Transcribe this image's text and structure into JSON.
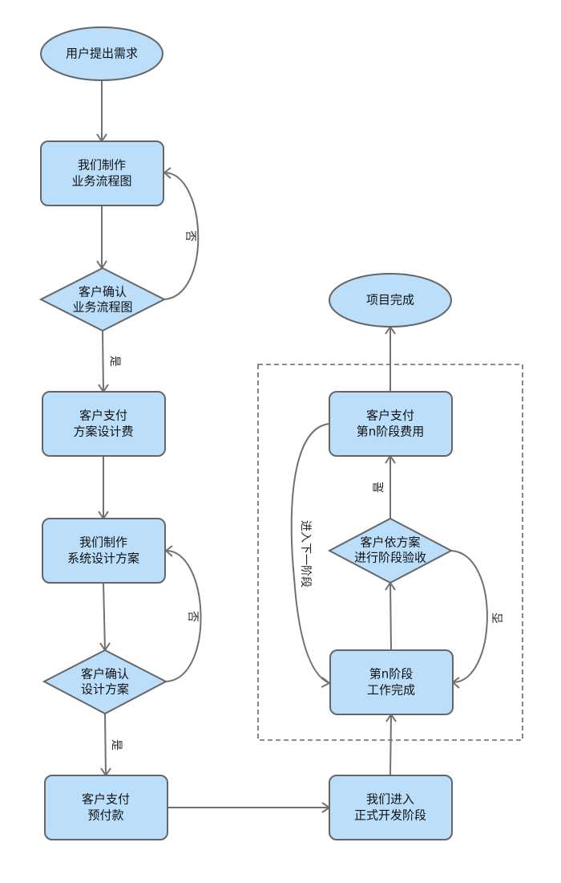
{
  "colors": {
    "node_fill": "#bbdefb",
    "node_stroke": "#666666",
    "edge": "#707070"
  },
  "nodes": {
    "user_request": {
      "lines": [
        "用户提出需求"
      ]
    },
    "make_flow": {
      "lines": [
        "我们制作",
        "业务流程图"
      ]
    },
    "confirm_flow": {
      "lines": [
        "客户确认",
        "业务流程图"
      ]
    },
    "pay_design_fee": {
      "lines": [
        "客户支付",
        "方案设计费"
      ]
    },
    "make_design": {
      "lines": [
        "我们制作",
        "系统设计方案"
      ]
    },
    "confirm_design": {
      "lines": [
        "客户确认",
        "设计方案"
      ]
    },
    "pay_advance": {
      "lines": [
        "客户支付",
        "预付款"
      ]
    },
    "enter_dev": {
      "lines": [
        "我们进入",
        "正式开发阶段"
      ]
    },
    "stage_done": {
      "lines": [
        "第n阶段",
        "工作完成"
      ]
    },
    "stage_accept": {
      "lines": [
        "客户依方案",
        "进行阶段验收"
      ]
    },
    "pay_stage": {
      "lines": [
        "客户支付",
        "第n阶段费用"
      ]
    },
    "project_done": {
      "lines": [
        "项目完成"
      ]
    }
  },
  "edge_labels": {
    "flow_no": "否",
    "flow_yes": "是",
    "design_no": "否",
    "design_yes": "是",
    "accept_yes": "是",
    "accept_no": "否",
    "next_stage": "进入下一阶段"
  }
}
